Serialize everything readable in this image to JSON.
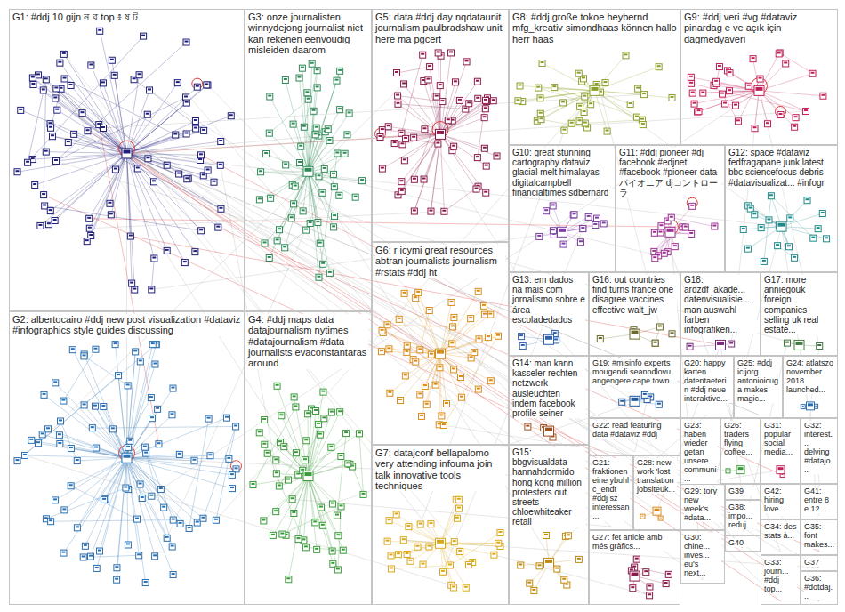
{
  "diagram": {
    "nodes": [
      {
        "text": [
          "G1: #ddj 10 gijn ন র top ៖ ষ ট"
        ]
      },
      {
        "text": [
          "G2: albertocairo #ddj new post visualization #dataviz #infographics style guides discussing"
        ]
      },
      {
        "text": [
          "G3: onze journalisten winnydejong journalist niet kan rekenen eenvoudig misleiden daarom"
        ]
      },
      {
        "text": [
          "G4: #ddj maps data datajournalism nytimes #datajournalism #data journalists evaconstantaras around"
        ]
      },
      {
        "text": [
          "G5: data #ddj day nqdataunit journalism paulbradshaw unit here ma pgcert"
        ]
      },
      {
        "text": [
          "G6: r icymi great resources abtran journalists journalism #rstats #ddj ht"
        ]
      },
      {
        "text": [
          "G7: datajconf bellapalomo very attending infouma join talk innovative tools techniques"
        ]
      },
      {
        "text": [
          "G8: #ddj große tokoe heybernd mfg_kreativ simondhaas können hallo herr haas"
        ]
      },
      {
        "text": [
          "G9: #ddj veri #vg #dataviz pinardag e ve açık için dagmedyaveri"
        ]
      },
      {
        "text": [
          "G10: great stunning cartography dataviz glacial melt himalayas digitalcampbell financialtimes sdbernard"
        ]
      },
      {
        "text": [
          "G11: #ddj pioneer #dj facebook #edjnet #facebook #pioneer data パイオニア djコントローラ"
        ]
      },
      {
        "text": [
          "G12: space #dataviz fedfragapane junk latest bbc sciencefocus debris #datavisualizat... #infogr"
        ]
      },
      {
        "text": [
          "G13: em dados na mais com jornalismo sobre e área escoladedados"
        ]
      },
      {
        "text": [
          "G14: man kann kasseler rechten netzwerk ausleuchten indem facebook profile seiner"
        ]
      },
      {
        "text": [
          "G15: bbgvisualdata hannahdormido hong kong million protesters out streets chloewhiteaker retail"
        ]
      },
      {
        "text": [
          "G16: out countries find turns france one disagree vaccines effective walt_jw"
        ]
      },
      {
        "text": [
          "G17: more anniegouk foreign companies selling uk real estate..."
        ]
      },
      {
        "text": [
          "G18: ardzdf_akade... datenvisualisie... man auswahl farben infografiken..."
        ]
      },
      {
        "text": [
          "G19: #misinfo experts mougendi seanndlovu angengere cape town..."
        ]
      },
      {
        "text": [
          "G20: happy karten datentaeterin #ddj neue interaktive..."
        ]
      },
      {
        "text": [
          "G21: fraktionen eine ybuhl c_endt #ddj sz interessan..."
        ]
      },
      {
        "text": [
          "G22: read featuring data #dataviz #ddj"
        ]
      },
      {
        "text": [
          "G23: haben wieder getan unsere communi..."
        ]
      },
      {
        "text": [
          "G24: atlatszo november 2018 launched..."
        ]
      },
      {
        "text": [
          "G25: #ddj icijorg antonioicuga makes magic..."
        ]
      },
      {
        "text": [
          "G26: traders flying coffee..."
        ]
      },
      {
        "text": [
          "G27: fet article amb més gràfics..."
        ]
      },
      {
        "text": [
          "G28: new work 'lost translation jobsiteuk..."
        ]
      },
      {
        "text": [
          "G29: tory new week's #data..."
        ]
      },
      {
        "text": [
          "G30: chine... inves... eu's next..."
        ]
      },
      {
        "text": [
          "G31: popular social media..."
        ]
      },
      {
        "text": [
          "G32: interest... delving #datajo..."
        ]
      },
      {
        "text": [
          "G33: journ... #ddj top..."
        ]
      },
      {
        "text": [
          "G34: des stats à..."
        ]
      },
      {
        "text": [
          "G35: font makes..."
        ]
      },
      {
        "text": [
          "G36: #dotdaj..."
        ]
      },
      {
        "text": [
          "G37"
        ]
      },
      {
        "text": [
          "G38: impo... reduj..."
        ]
      },
      {
        "text": [
          "G39"
        ]
      },
      {
        "text": [
          "G40"
        ]
      },
      {
        "text": [
          "G41: entre 8 e 12..."
        ]
      },
      {
        "text": [
          "G42: hiring love..."
        ]
      }
    ]
  }
}
